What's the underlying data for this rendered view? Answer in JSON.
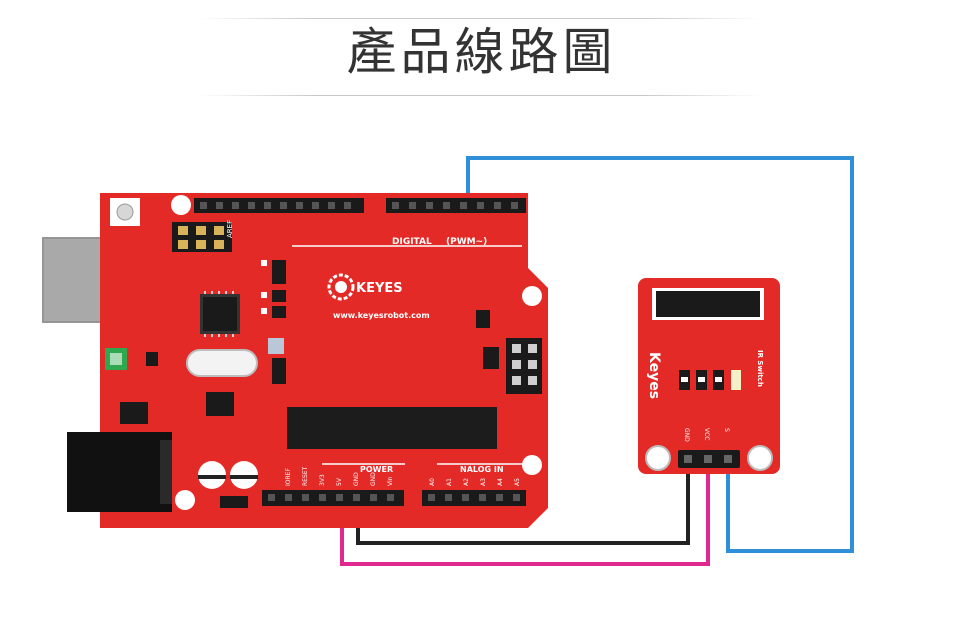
{
  "header": {
    "title": "產品線路圖"
  },
  "arduino": {
    "brand": "KEYES",
    "website": "www.keyesrobot.com",
    "digital_label": "DIGITAL",
    "pwm_label": "(PWM~)",
    "aref_label": "AREF",
    "power_label": "POWER",
    "analog_label": "NALOG IN",
    "power_pins": [
      "IOREF",
      "RESET",
      "3V3",
      "5V",
      "GND",
      "GND",
      "Vin"
    ],
    "analog_pins": [
      "A0",
      "A1",
      "A2",
      "A3",
      "A4",
      "A5"
    ]
  },
  "module": {
    "brand": "Keyes",
    "name": "IR Switch",
    "pins": [
      "GND",
      "VCC",
      "S"
    ]
  },
  "colors": {
    "board": "#e42a27",
    "wire_signal": "#2f8fd8",
    "wire_gnd": "#222222",
    "wire_vcc": "#e0288e"
  }
}
